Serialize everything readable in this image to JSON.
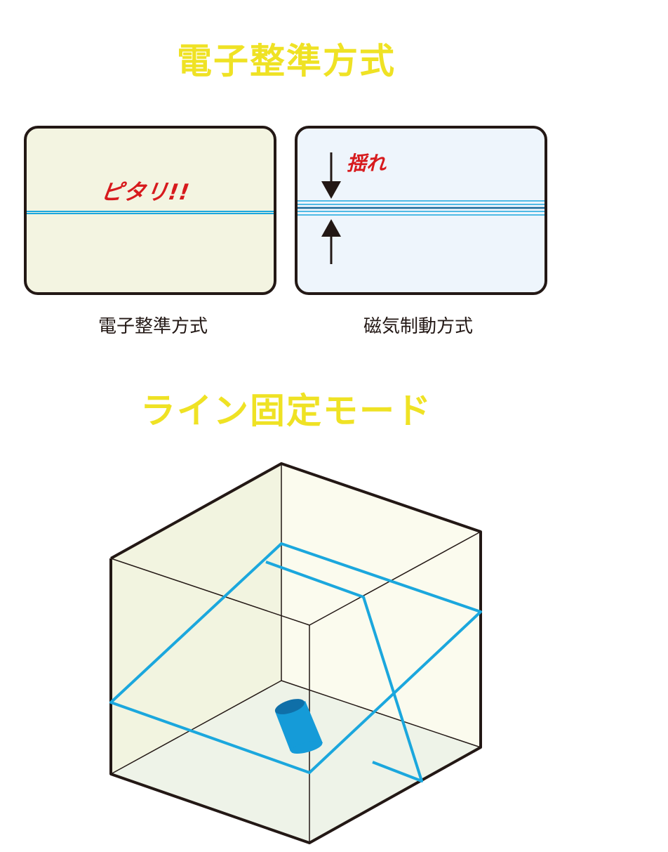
{
  "titles": {
    "top": "電子整準方式",
    "bottom": "ライン固定モード"
  },
  "panels": {
    "left": {
      "stamp": "ピタリ!!",
      "caption": "電子整準方式"
    },
    "right": {
      "stamp": "揺れ",
      "caption": "磁気制動方式"
    }
  },
  "colors": {
    "title": "#efe224",
    "laser_line": "#1ba7dd",
    "stamp_text": "#d71a1d",
    "panel_border": "#231815",
    "left_panel_fill": "#f3f4e1",
    "right_panel_fill": "#eef5fc",
    "cube_fill": "#f5f7e6"
  },
  "icons": {
    "arrow_down": "arrow-down-icon",
    "arrow_up": "arrow-up-icon",
    "laser_unit": "cylinder-icon"
  }
}
